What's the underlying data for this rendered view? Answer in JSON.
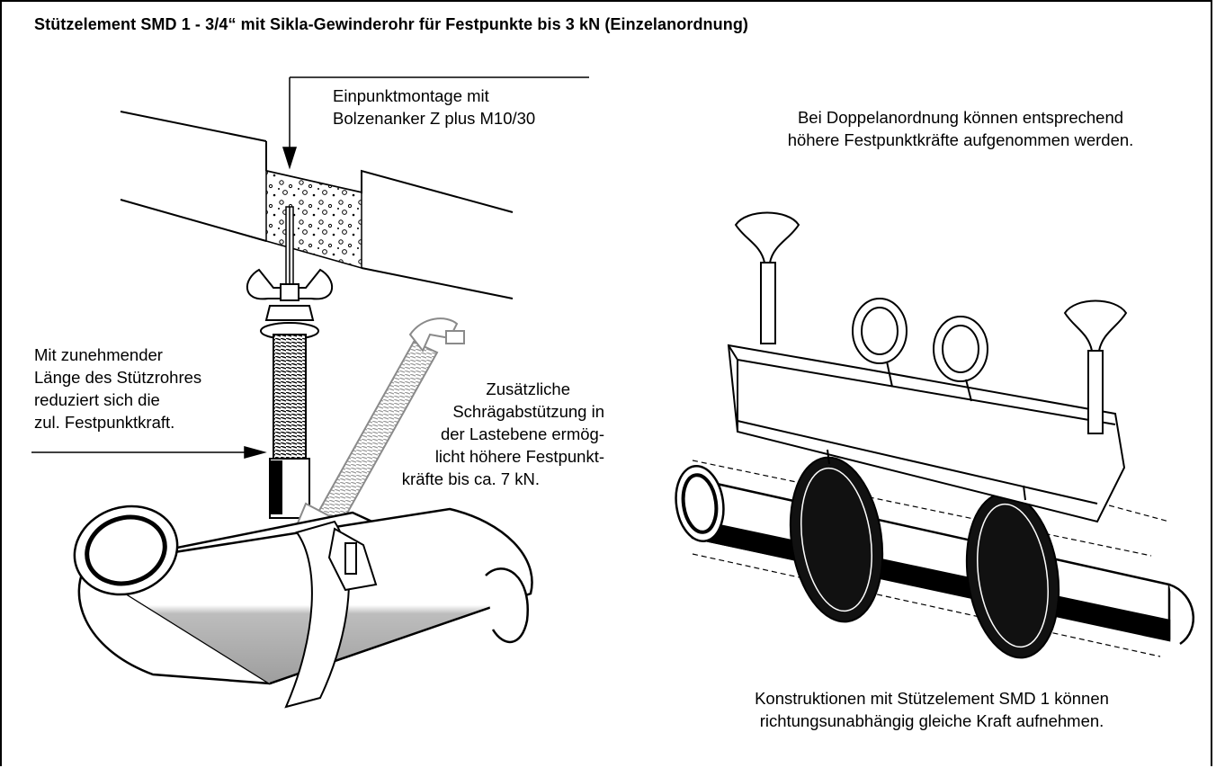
{
  "title": "Stützelement SMD 1 - 3/4“ mit Sikla-Gewinderohr für Festpunkte bis 3 kN (Einzelanordnung)",
  "annotations": {
    "anchor": [
      "Einpunktmontage mit",
      "Bolzenanker Z plus M10/30"
    ],
    "length": [
      "Mit zunehmender",
      "Länge des Stützrohres",
      "reduziert sich die",
      "zul. Festpunktkraft."
    ],
    "diagonal": [
      "Zusätzliche",
      "Schrägabstützung in",
      "der Lastebene ermög-",
      "licht höhere Festpunkt-",
      "kräfte bis ca. 7 kN."
    ],
    "double": [
      "Bei Doppelanordnung können entsprechend",
      "höhere Festpunktkräfte aufgenommen werden."
    ],
    "construction": [
      "Konstruktionen mit Stützelement SMD 1 können",
      "richtungsunabhängig gleiche Kraft aufnehmen."
    ]
  }
}
